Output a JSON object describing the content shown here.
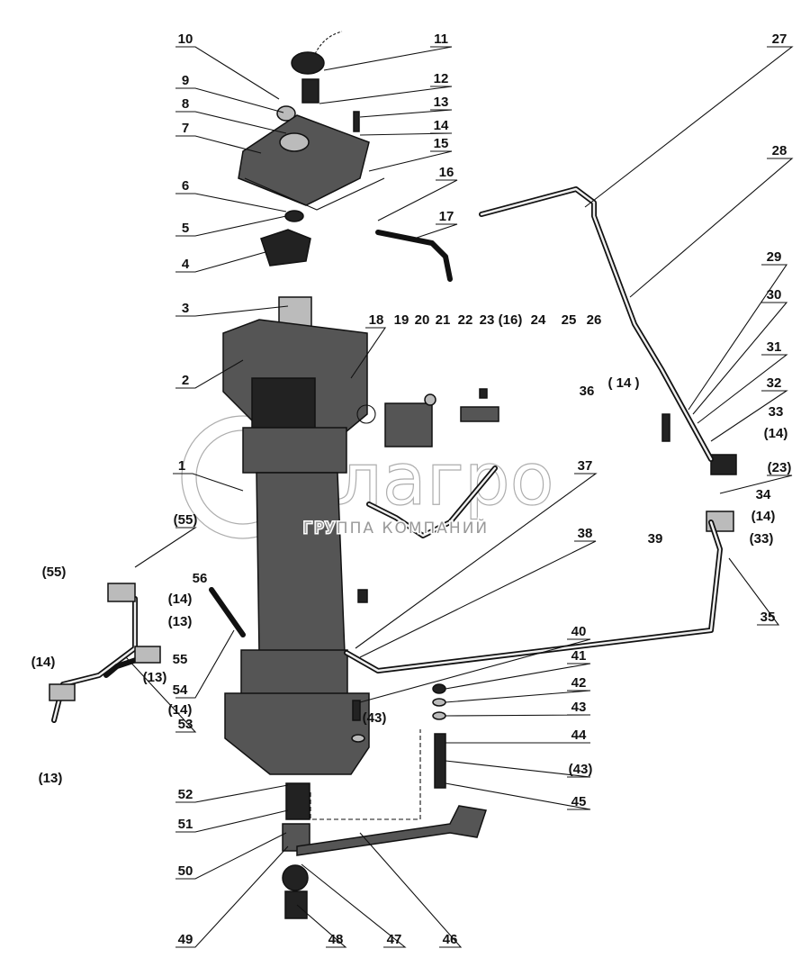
{
  "watermark": {
    "brand": "елагро",
    "subtitle": "ГРУППА КОМПАНИЙ"
  },
  "labels": {
    "l10": "10",
    "l11": "11",
    "l9": "9",
    "l8": "8",
    "l7": "7",
    "l12": "12",
    "l13a": "13",
    "l14a": "14",
    "l15": "15",
    "l6": "6",
    "l5": "5",
    "l4": "4",
    "l16": "16",
    "l17": "17",
    "l27": "27",
    "l28": "28",
    "l3": "3",
    "l2": "2",
    "l18": "18",
    "l19": "19",
    "l20": "20",
    "l21": "21",
    "l22": "22",
    "l23": "23",
    "l16b": "(16)",
    "l24": "24",
    "l25": "25",
    "l26": "26",
    "l29": "29",
    "l30": "30",
    "l31": "31",
    "l32": "32",
    "l33": "33",
    "l14b": "(14)",
    "l36": "36",
    "l14c": "( 14 )",
    "l23b": "(23)",
    "l34": "34",
    "l14d": "(14)",
    "l33b": "(33)",
    "l39": "39",
    "l35": "35",
    "l1": "1",
    "l37": "37",
    "l38": "38",
    "l55a": "(55)",
    "l55b": "(55)",
    "l56": "56",
    "l14e": "(14)",
    "l13b": "(13)",
    "l55": "55",
    "l54": "54",
    "l14f": "(14)",
    "l14g": "(14)",
    "l13c": "(13)",
    "l13d": "(13)",
    "l53": "53",
    "l40": "40",
    "l41": "41",
    "l42": "42",
    "l43": "43",
    "l44": "44",
    "l43b": "(43)",
    "l45": "45",
    "l43c": "(43)",
    "l52": "52",
    "l51": "51",
    "l50": "50",
    "l49": "49",
    "l48": "48",
    "l47": "47",
    "l46": "46"
  }
}
